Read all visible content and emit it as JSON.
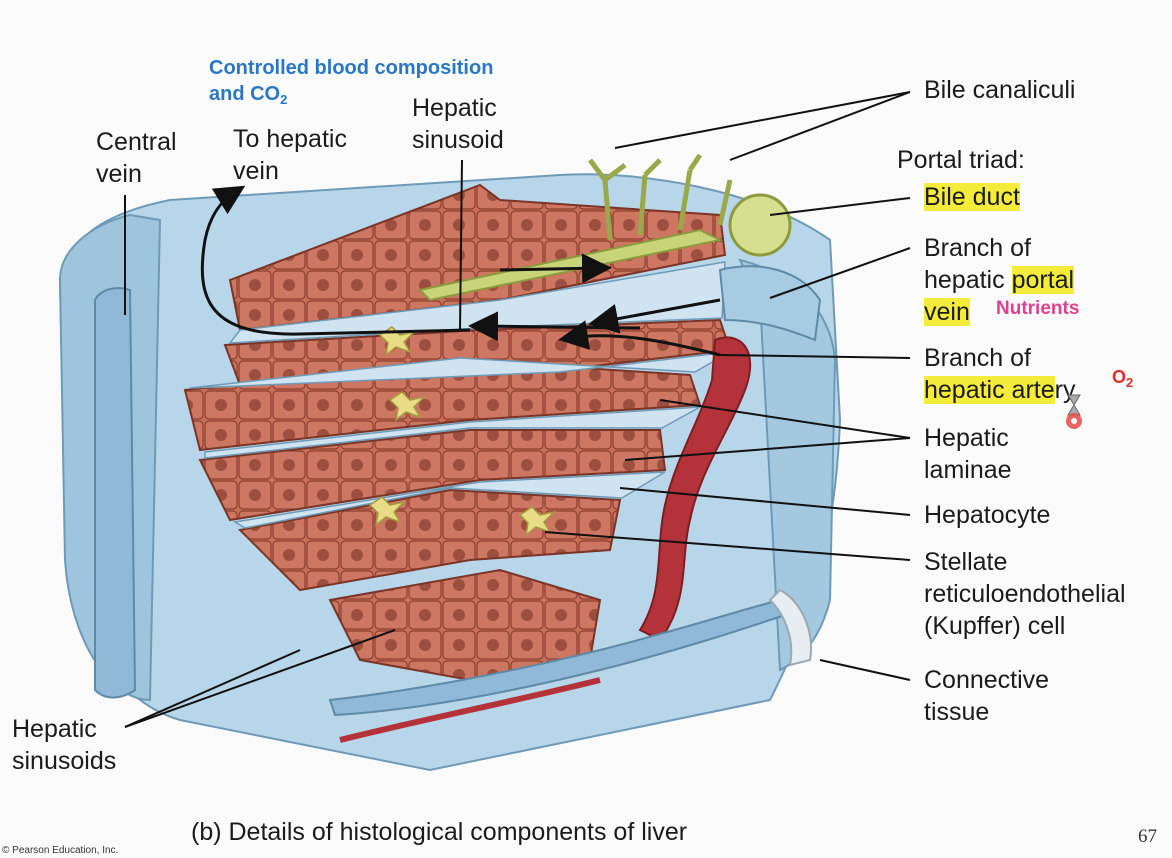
{
  "notes": {
    "controlled_line1": "Controlled blood composition",
    "controlled_line2": "and CO",
    "controlled_sub": "2",
    "nutrients": "Nutrients",
    "o2": "O",
    "o2_sub": "2"
  },
  "labels": {
    "central_vein": [
      "Central",
      "vein"
    ],
    "to_hepatic_vein": [
      "To hepatic",
      "vein"
    ],
    "hepatic_sinusoid": [
      "Hepatic",
      "sinusoid"
    ],
    "bile_canaliculi": "Bile canaliculi",
    "portal_triad": "Portal triad:",
    "bile_duct": "Bile duct",
    "portal_vein": [
      "Branch of",
      "hepatic ",
      "portal",
      "vein"
    ],
    "hepatic_artery": [
      "Branch of",
      "hepatic arte",
      "ry"
    ],
    "hepatic_laminae": [
      "Hepatic",
      "laminae"
    ],
    "hepatocyte": "Hepatocyte",
    "stellate": [
      "Stellate",
      "reticuloendothelial",
      "(Kupffer) cell"
    ],
    "connective_tissue": [
      "Connective",
      "tissue"
    ],
    "hepatic_sinusoids": [
      "Hepatic",
      "sinusoids"
    ]
  },
  "footer": {
    "caption": "(b) Details of histological components of liver",
    "copyright": "© Pearson Education, Inc.",
    "page_number": "67"
  },
  "colors": {
    "tissue_blue": "#a9cde4",
    "hepatocyte": "#c86f58",
    "artery_red": "#b4323a",
    "bile_green": "#c7d47a",
    "highlight": "#f4ec3a"
  }
}
